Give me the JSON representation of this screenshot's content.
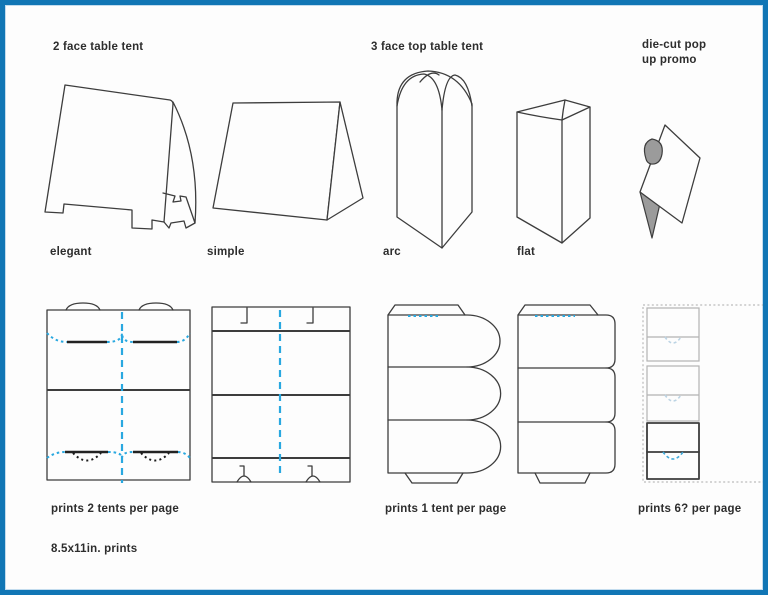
{
  "headings": {
    "two_face": "2 face table tent",
    "three_face": "3 face top table tent",
    "diecut_line1": "die-cut pop",
    "diecut_line2": "up promo"
  },
  "variant_labels": {
    "elegant": "elegant",
    "simple": "simple",
    "arc": "arc",
    "flat": "flat"
  },
  "captions": {
    "two_face_prints": "prints 2 tents per page",
    "three_face_prints": "prints 1 tent per page",
    "diecut_prints": "prints 6? per page",
    "page_size": "8.5x11in. prints"
  },
  "colors": {
    "frame": "#1176b5",
    "line": "#3d3d3d",
    "fold": "#29a8e0",
    "muted": "#b3b3b3",
    "muted_fold": "#bcd4e4",
    "gray_fill": "#9b9b9b"
  }
}
